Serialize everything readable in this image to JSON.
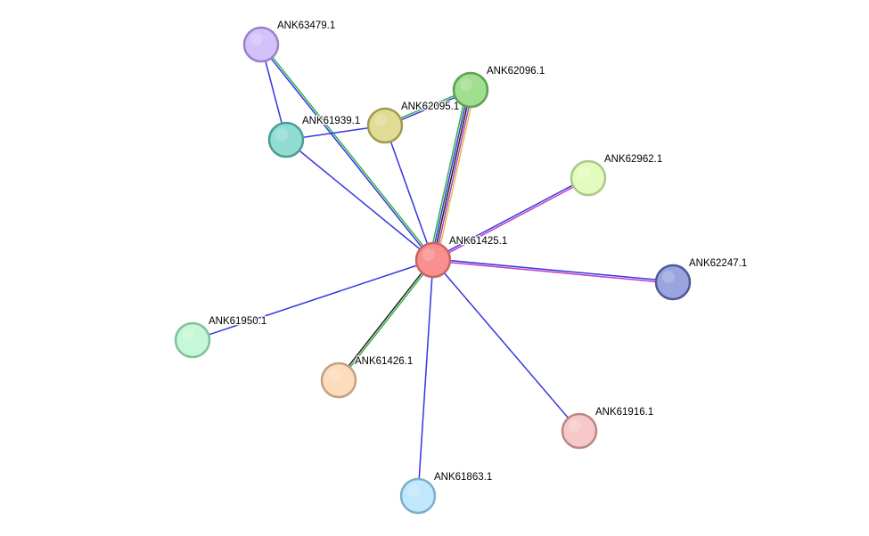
{
  "network": {
    "nodes": [
      {
        "id": "ANK61425.1",
        "label": "ANK61425.1",
        "fill": "#f98f8f",
        "stroke": "#c86464"
      },
      {
        "id": "ANK63479.1",
        "label": "ANK63479.1",
        "fill": "#d3c2fa",
        "stroke": "#9a82c8"
      },
      {
        "id": "ANK61939.1",
        "label": "ANK61939.1",
        "fill": "#91ddd3",
        "stroke": "#4c9e94"
      },
      {
        "id": "ANK62095.1",
        "label": "ANK62095.1",
        "fill": "#e0dc94",
        "stroke": "#a19c4d"
      },
      {
        "id": "ANK62096.1",
        "label": "ANK62096.1",
        "fill": "#a1df90",
        "stroke": "#5fa052"
      },
      {
        "id": "ANK62962.1",
        "label": "ANK62962.1",
        "fill": "#e4fbc0",
        "stroke": "#a9c889"
      },
      {
        "id": "ANK62247.1",
        "label": "ANK62247.1",
        "fill": "#9aa5e0",
        "stroke": "#4e5a9a"
      },
      {
        "id": "ANK61950.1",
        "label": "ANK61950.1",
        "fill": "#c4f8d6",
        "stroke": "#7fc299"
      },
      {
        "id": "ANK61426.1",
        "label": "ANK61426.1",
        "fill": "#fcdcbd",
        "stroke": "#c3a27f"
      },
      {
        "id": "ANK61916.1",
        "label": "ANK61916.1",
        "fill": "#f8c8c8",
        "stroke": "#bd8686"
      },
      {
        "id": "ANK61863.1",
        "label": "ANK61863.1",
        "fill": "#c0e7fb",
        "stroke": "#7eaec8"
      }
    ],
    "edges": [
      {
        "source": "ANK61425.1",
        "target": "ANK63479.1",
        "colors": [
          "#3535e2",
          "#33b04a"
        ]
      },
      {
        "source": "ANK61425.1",
        "target": "ANK61939.1",
        "colors": [
          "#3535e2"
        ]
      },
      {
        "source": "ANK61425.1",
        "target": "ANK62095.1",
        "colors": [
          "#3535e2"
        ]
      },
      {
        "source": "ANK61425.1",
        "target": "ANK62096.1",
        "colors": [
          "#33b04a",
          "#3535e2",
          "#222222",
          "#c13ac1",
          "#d8c24a"
        ]
      },
      {
        "source": "ANK61425.1",
        "target": "ANK62962.1",
        "colors": [
          "#3535e2",
          "#c13ac1"
        ]
      },
      {
        "source": "ANK61425.1",
        "target": "ANK62247.1",
        "colors": [
          "#3535e2",
          "#c13ac1"
        ]
      },
      {
        "source": "ANK61425.1",
        "target": "ANK61950.1",
        "colors": [
          "#3535e2"
        ]
      },
      {
        "source": "ANK61425.1",
        "target": "ANK61426.1",
        "colors": [
          "#33b04a",
          "#222222"
        ]
      },
      {
        "source": "ANK61425.1",
        "target": "ANK61916.1",
        "colors": [
          "#3535e2"
        ]
      },
      {
        "source": "ANK61425.1",
        "target": "ANK61863.1",
        "colors": [
          "#3535e2"
        ]
      },
      {
        "source": "ANK63479.1",
        "target": "ANK61939.1",
        "colors": [
          "#3535e2"
        ]
      },
      {
        "source": "ANK61939.1",
        "target": "ANK62095.1",
        "colors": [
          "#3535e2"
        ]
      },
      {
        "source": "ANK62095.1",
        "target": "ANK62096.1",
        "colors": [
          "#33b04a",
          "#3535e2"
        ]
      }
    ]
  }
}
